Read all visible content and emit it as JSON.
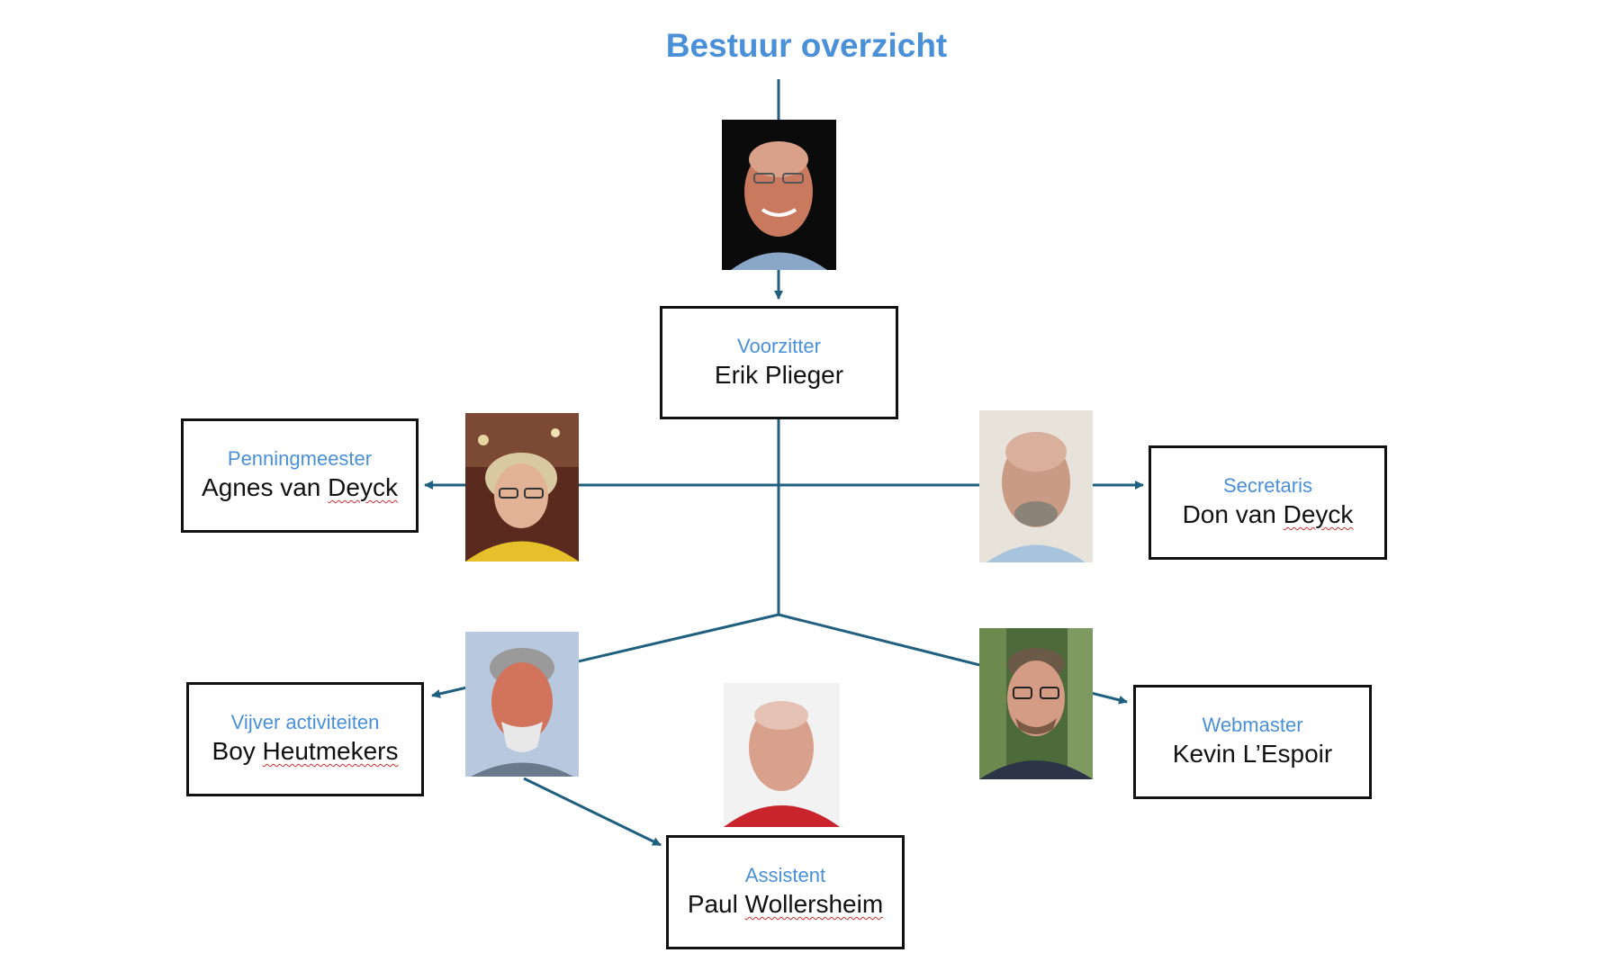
{
  "title": "Bestuur overzicht",
  "colors": {
    "title": "#4a90d9",
    "role": "#4a90d9",
    "connector": "#1f5f7f",
    "box_border": "#111111",
    "spellcheck_underline": "#d03030"
  },
  "members": {
    "voorzitter": {
      "role": "Voorzitter",
      "name": "Erik Plieger",
      "photo": "portrait-photo"
    },
    "penningmeester": {
      "role": "Penningmeester",
      "name_plain": "Agnes van ",
      "name_flagged": "Deyck",
      "photo": "portrait-photo"
    },
    "secretaris": {
      "role": "Secretaris",
      "name_plain": "Don van ",
      "name_flagged": "Deyck",
      "photo": "portrait-photo"
    },
    "vijver": {
      "role": "Vijver activiteiten",
      "name_plain": "Boy ",
      "name_flagged": "Heutmekers",
      "photo": "portrait-photo"
    },
    "webmaster": {
      "role": "Webmaster",
      "name": "Kevin L’Espoir",
      "photo": "portrait-photo"
    },
    "assistent": {
      "role": "Assistent",
      "name_plain": "Paul ",
      "name_flagged": "Wollersheim",
      "photo": "portrait-photo"
    }
  }
}
